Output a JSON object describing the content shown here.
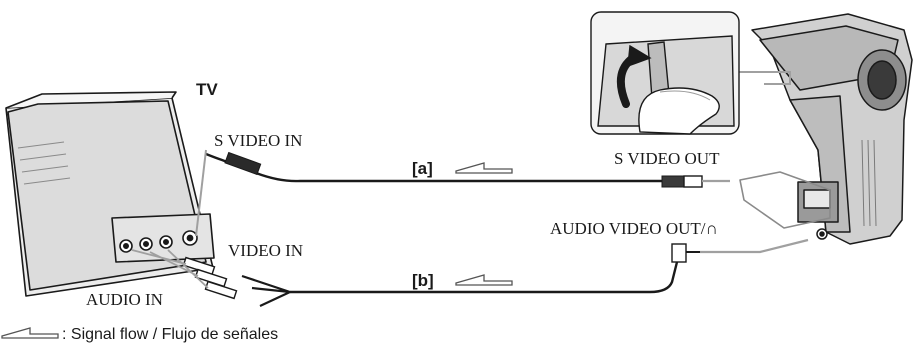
{
  "labels": {
    "tv": "TV",
    "s_video_in": "S VIDEO IN",
    "video_in": "VIDEO IN",
    "audio_in": "AUDIO IN",
    "s_video_out": "S VIDEO OUT",
    "audio_video_out": "AUDIO VIDEO OUT/∩",
    "connection_a": "[a]",
    "connection_b": "[b]"
  },
  "legend": {
    "text": ": Signal flow / Flujo de señales"
  }
}
